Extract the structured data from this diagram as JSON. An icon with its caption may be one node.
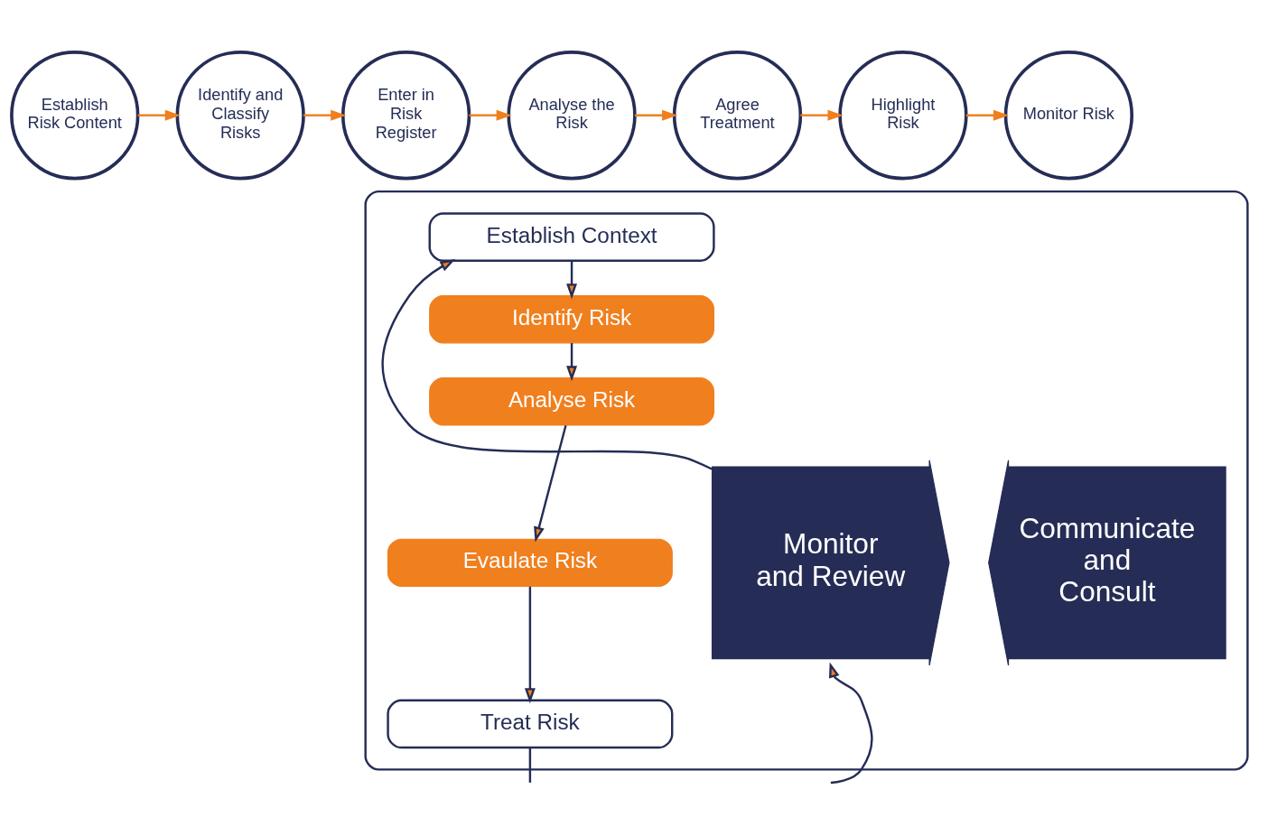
{
  "diagram": {
    "nodes": [
      {
        "text": [
          "Establish Risk Content"
        ]
      },
      {
        "text": [
          "Identify and Classify Risks"
        ]
      },
      {
        "text": [
          "Enter in Risk Register"
        ]
      },
      {
        "text": [
          "Analyse the Risk"
        ]
      },
      {
        "text": [
          "Agree Treatment"
        ]
      },
      {
        "text": [
          "Highlight Risk"
        ]
      },
      {
        "text": [
          "Monitor Risk"
        ]
      },
      {
        "text": [],
        "shape": "box"
      },
      {
        "text": [
          "Monitor and Review"
        ],
        "in": 7
      },
      {
        "text": [
          "Establish Context"
        ],
        "in": 7
      },
      {
        "text": [
          "Identify Risk"
        ],
        "in": 7
      },
      {
        "text": [
          "Analyse Risk"
        ],
        "in": 7
      },
      {
        "text": [
          "Evaulate Risk"
        ],
        "in": 7
      },
      {
        "text": [
          "Treat Risk"
        ],
        "in": 7
      },
      {
        "text": [
          "Communicate and Consult"
        ],
        "in": 7
      }
    ],
    "edges": [
      {
        "from": 0,
        "to": 1,
        "arrow": "to",
        "color": "#f07f1e"
      },
      {
        "from": 1,
        "to": 2,
        "arrow": "to",
        "color": "#f07f1e"
      },
      {
        "from": 2,
        "to": 3,
        "arrow": "to",
        "color": "#f07f1e"
      },
      {
        "from": 3,
        "to": 4,
        "arrow": "to",
        "color": "#f07f1e"
      },
      {
        "from": 4,
        "to": 5,
        "arrow": "to",
        "color": "#f07f1e"
      },
      {
        "from": 5,
        "to": 6,
        "arrow": "to",
        "color": "#f07f1e"
      },
      {
        "from": 8,
        "to": 9,
        "arrow": "to",
        "color": "#252d56"
      },
      {
        "from": 9,
        "to": 10,
        "arrow": "to",
        "color": "#252d56"
      },
      {
        "from": 10,
        "to": 11,
        "arrow": "to",
        "color": "#252d56"
      },
      {
        "from": 11,
        "to": 12,
        "arrow": "to",
        "color": "#252d56"
      },
      {
        "from": 12,
        "to": 13,
        "arrow": "to",
        "color": "#252d56"
      },
      {
        "from": 13,
        "to": null,
        "arrow": "none",
        "color": "#252d56"
      },
      {
        "from": null,
        "to": 8,
        "arrow": "to",
        "color": "#252d56"
      }
    ]
  }
}
